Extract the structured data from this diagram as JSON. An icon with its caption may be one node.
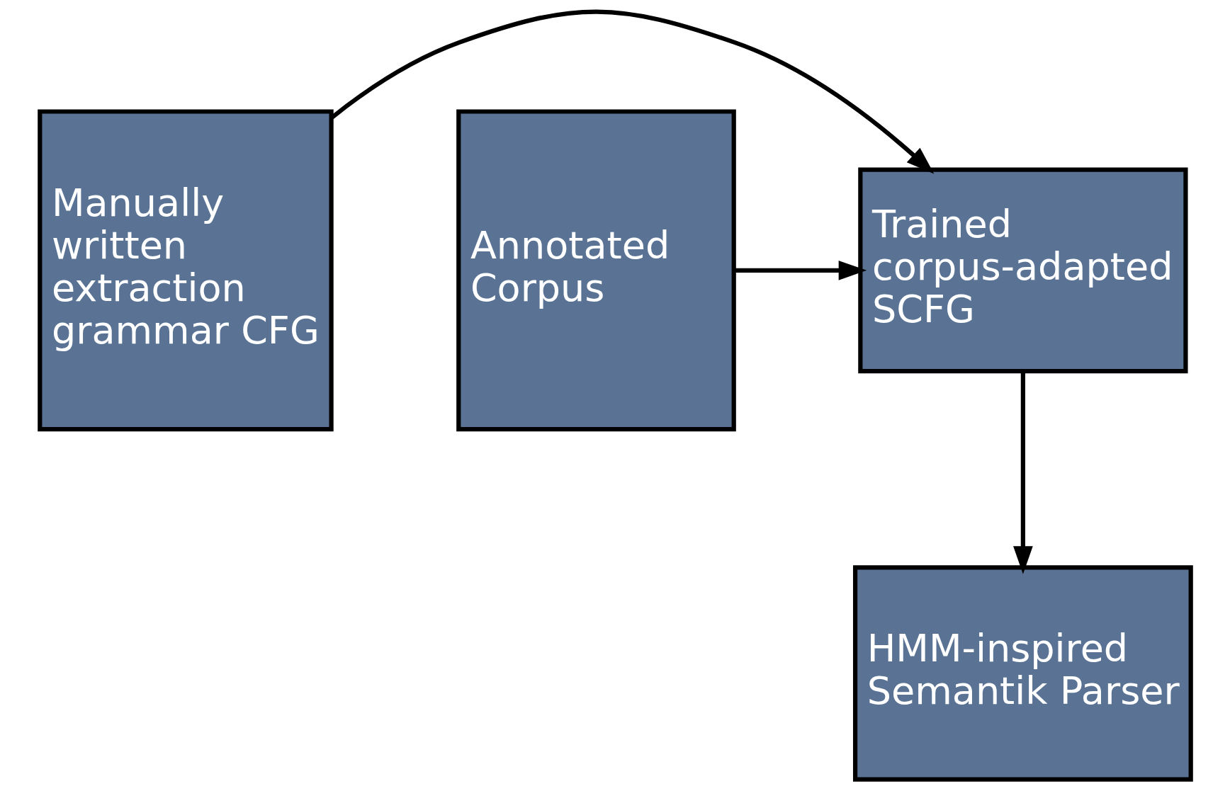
{
  "diagram": {
    "nodes": [
      {
        "text": [
          "Manually written extraction grammar CFG"
        ]
      },
      {
        "text": [
          "Trained corpus-adapted SCFG"
        ]
      },
      {
        "text": [
          "Annotated Corpus"
        ]
      },
      {
        "text": [
          "HMM-inspired Semantik Parser"
        ]
      }
    ],
    "edges": [
      {
        "from": 0,
        "to": 1,
        "arrow": "to"
      },
      {
        "from": 2,
        "to": 1,
        "arrow": "to"
      },
      {
        "from": 1,
        "to": 3,
        "arrow": "to"
      }
    ]
  }
}
